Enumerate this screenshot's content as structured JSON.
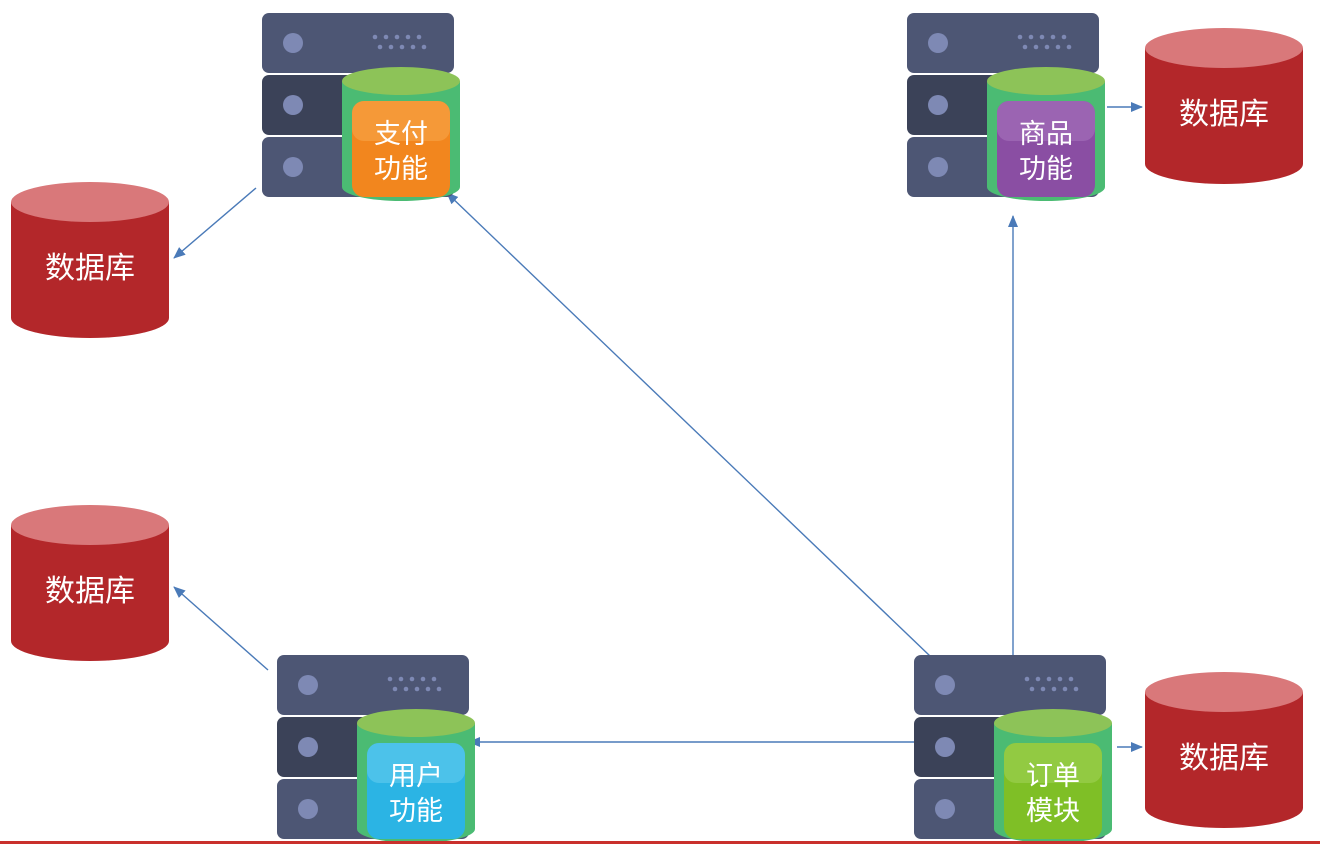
{
  "colors": {
    "rack": "#4d5674",
    "rack_dark": "#3b4258",
    "rack_dot": "#7e89b4",
    "db_body": "#b3272a",
    "db_top": "#d9787a",
    "arrow": "#4a7ab8",
    "shell_green": "#4bbb73",
    "shell_top": "#8dc358"
  },
  "servers": [
    {
      "id": "pay",
      "lines": [
        "支付",
        "功能"
      ],
      "tile_color": "#f2861e",
      "tile_color_light": "#f7aa4f"
    },
    {
      "id": "goods",
      "lines": [
        "商品",
        "功能"
      ],
      "tile_color": "#8a4ea3",
      "tile_color_light": "#a976bf"
    },
    {
      "id": "user",
      "lines": [
        "用户",
        "功能"
      ],
      "tile_color": "#2bb4e4",
      "tile_color_light": "#67cdef"
    },
    {
      "id": "order",
      "lines": [
        "订单",
        "模块"
      ],
      "tile_color": "#7fbf26",
      "tile_color_light": "#a3d45a"
    }
  ],
  "databases": [
    {
      "id": "db-pay",
      "label": "数据库"
    },
    {
      "id": "db-goods",
      "label": "数据库"
    },
    {
      "id": "db-user",
      "label": "数据库"
    },
    {
      "id": "db-order",
      "label": "数据库"
    }
  ],
  "connections": [
    {
      "from": "pay",
      "to": "db-pay"
    },
    {
      "from": "goods",
      "to": "db-goods"
    },
    {
      "from": "user",
      "to": "db-user"
    },
    {
      "from": "order",
      "to": "db-order"
    },
    {
      "from": "order",
      "to": "pay"
    },
    {
      "from": "order",
      "to": "goods"
    },
    {
      "from": "order",
      "to": "user"
    }
  ]
}
